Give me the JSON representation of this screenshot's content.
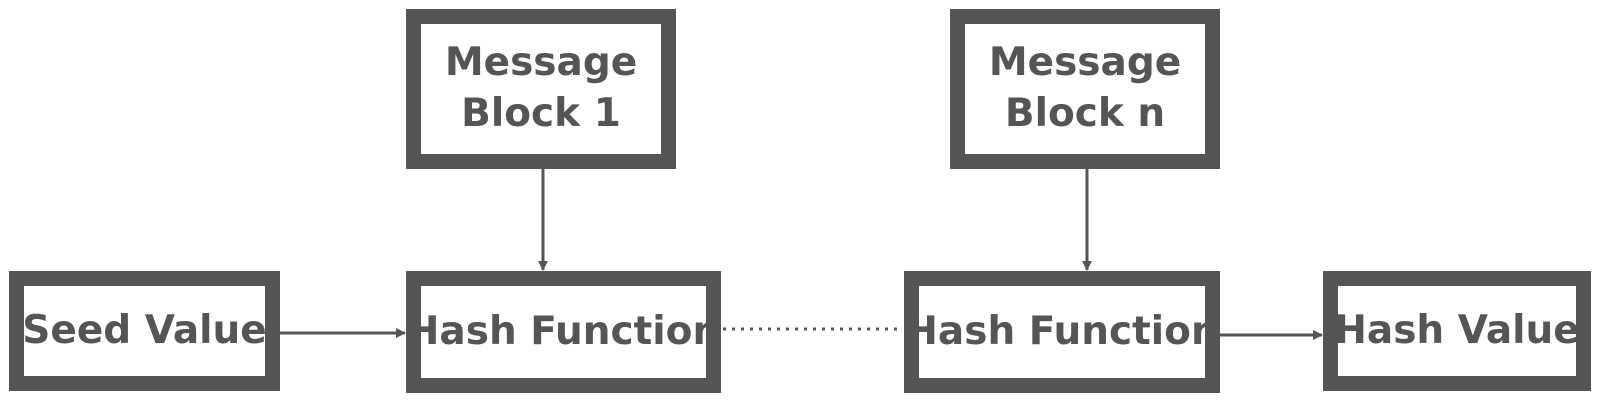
{
  "diagram": {
    "nodes": {
      "message_block_1": {
        "line1": "Message",
        "line2": "Block 1"
      },
      "message_block_n": {
        "line1": "Message",
        "line2": "Block n"
      },
      "seed_value": "Seed Value",
      "hash_function_1": "Hash Function",
      "hash_function_n": "Hash Function",
      "hash_value": "Hash Value"
    },
    "edges": [
      {
        "from": "message_block_1",
        "to": "hash_function_1",
        "style": "solid-arrow"
      },
      {
        "from": "message_block_n",
        "to": "hash_function_n",
        "style": "solid-arrow"
      },
      {
        "from": "seed_value",
        "to": "hash_function_1",
        "style": "solid-arrow"
      },
      {
        "from": "hash_function_1",
        "to": "hash_function_n",
        "style": "dotted"
      },
      {
        "from": "hash_function_n",
        "to": "hash_value",
        "style": "solid-arrow"
      }
    ],
    "colors": {
      "border": "#555555",
      "text": "#555555",
      "background": "#ffffff"
    }
  }
}
